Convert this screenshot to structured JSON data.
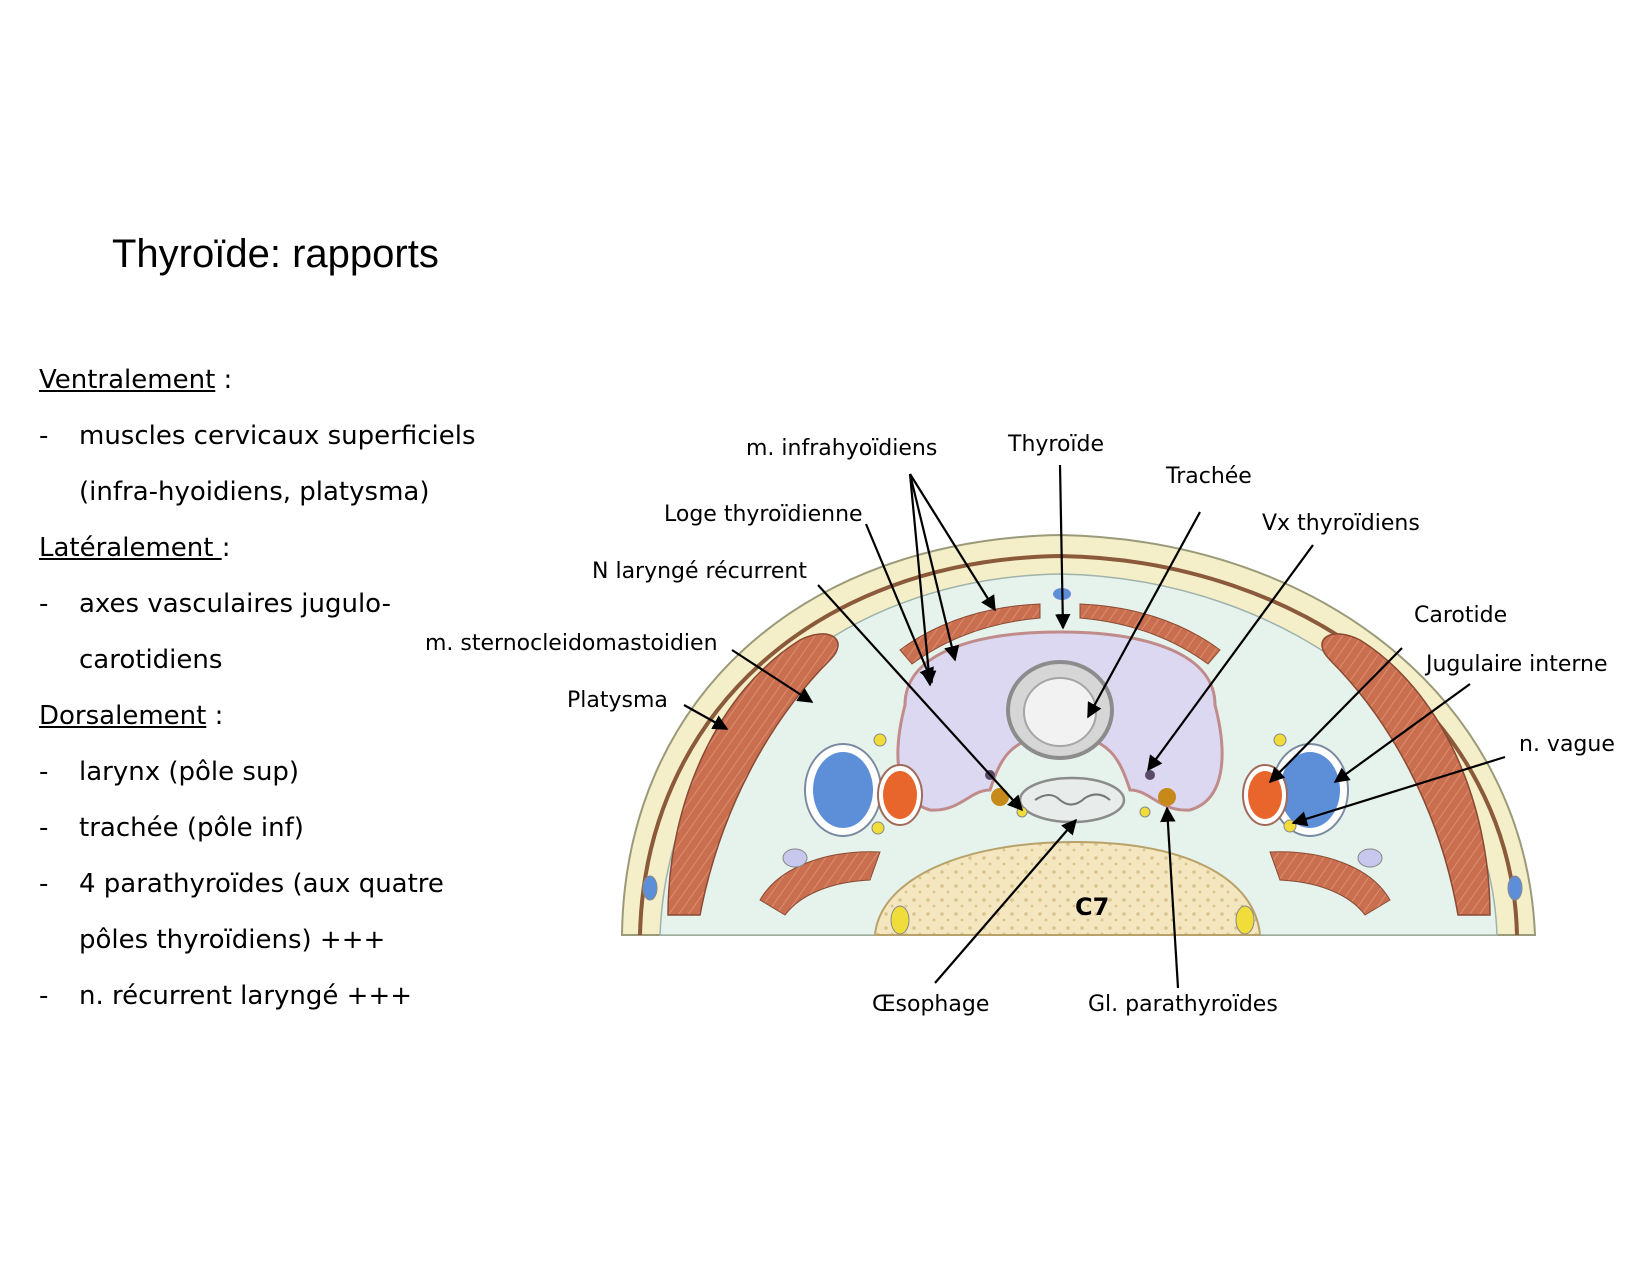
{
  "title": "Thyroïde: rapports",
  "text_list": {
    "ventral_heading": "Ventralement",
    "ventral_items": [
      "muscles cervicaux superficiels",
      "(infra-hyoidiens, platysma)"
    ],
    "lateral_heading": "Latéralement ",
    "lateral_items": [
      "axes vasculaires jugulo-",
      "carotidiens"
    ],
    "dorsal_heading": "Dorsalement",
    "dorsal_items": [
      "larynx (pôle sup)",
      "trachée (pôle inf)",
      "4 parathyroïdes (aux quatre",
      "pôles thyroïdiens) +++",
      "n. récurrent laryngé +++"
    ],
    "colon": " :",
    "bullet": "-"
  },
  "labels": {
    "infrahyoidiens": "m. infrahyoïdiens",
    "thyroide": "Thyroïde",
    "trachee": "Trachée",
    "vx_thyroidiens": "Vx thyroïdiens",
    "loge": "Loge thyroïdienne",
    "n_larynge": "N laryngé récurrent",
    "carotide": "Carotide",
    "jugulaire": "Jugulaire interne",
    "scm": "m. sternocleidomastoidien",
    "platysma": "Platysma",
    "n_vague": "n. vague",
    "c7": "C7",
    "oesophage": "Œsophage",
    "parathyroides": "Gl. parathyroïdes"
  },
  "colors": {
    "skin": "#f5efc9",
    "muscle": "#c96f4f",
    "thyroid": "#ddd8f1",
    "fascia": "#e6f2ec",
    "artery": "#e8662c",
    "vein": "#5d8fd9",
    "nerve": "#f1dd3a",
    "bone": "#f4e6bf"
  }
}
